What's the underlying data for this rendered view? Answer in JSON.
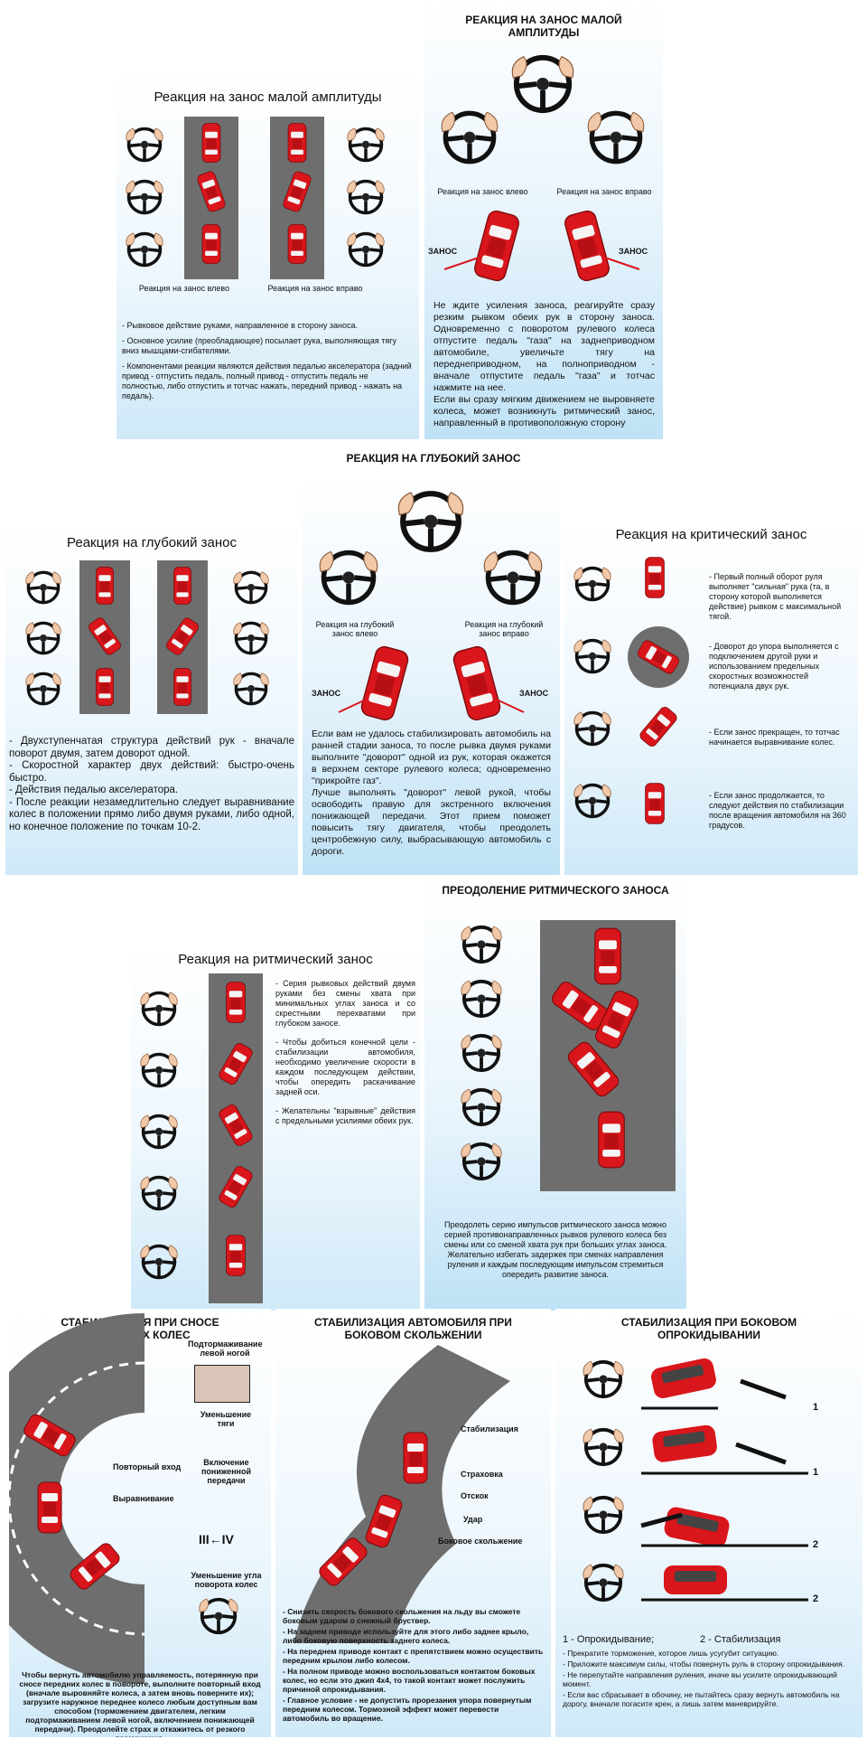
{
  "colors": {
    "car": "#d8161b",
    "road": "#6e6e6e",
    "arrow": "#d8161b",
    "panel_bottom": "#cfe9f8"
  },
  "icons": [
    "steering-wheel-icon",
    "car-icon",
    "arrow-icon",
    "hand-icon"
  ],
  "p1": {
    "title": "Реакция на занос малой амплитуды",
    "label_left": "Реакция на занос влево",
    "label_right": "Реакция на занос вправо",
    "text": [
      "- Рывковое действие руками, направленное в сторону заноса.",
      "- Основное усилие (преобладающее) посылает рука, выполняющая тягу вниз мышцами-сгибателями.",
      "- Компонентами реакции являются действия педалью акселератора (задний привод - отпустить педаль, полный привод - отпустить педаль не полностью, либо отпустить и тотчас нажать, передний привод - нажать на педаль)."
    ]
  },
  "p2": {
    "title": "РЕАКЦИЯ НА ЗАНОС МАЛОЙ АМПЛИТУДЫ",
    "label_left": "Реакция на занос влево",
    "label_right": "Реакция на занос вправо",
    "zanos": "ЗАНОС",
    "text": "Не ждите усиления заноса, реагируйте сразу резким рывком обеих рук в сторону заноса. Одновременно с поворотом рулевого колеса отпустите педаль \"газа\" на заднеприводном автомобиле, увеличьте тягу на переднеприводном, на полноприводном - вначале отпустите педаль \"газа\" и тотчас нажмите на нее.\nЕсли вы сразу мягким движением не выровняете колеса, может возникнуть ритмический занос, направленный в противоположную сторону"
  },
  "heading_deep": "РЕАКЦИЯ НА ГЛУБОКИЙ ЗАНОС",
  "p3": {
    "title": "Реакция на глубокий занос",
    "text": [
      "- Двухступенчатая структура действий рук - вначале поворот двумя, затем доворот одной.",
      "- Скоростной характер двух действий: быстро-очень быстро.",
      "- Действия педалью акселератора.",
      "- После реакции незамедлительно следует выравнивание колес в положении прямо либо двумя руками, либо одной, но конечное положение по точкам 10-2."
    ]
  },
  "p4": {
    "label_left": "Реакция на глубокий занос влево",
    "label_right": "Реакция на глубокий занос вправо",
    "zanos": "ЗАНОС",
    "text": "Если вам не удалось стабилизировать автомобиль на ранней стадии заноса, то после рывка двумя руками выполните \"доворот\" одной из рук, которая окажется в верхнем секторе рулевого колеса; одновременно \"прикройте газ\".\nЛучше выполнять \"доворот\" левой рукой, чтобы освободить правую для экстренного включения понижающей передачи. Этот прием поможет повысить тягу двигателя, чтобы преодолеть центробежную силу, выбрасывающую автомобиль с дороги."
  },
  "p5": {
    "title": "Реакция на критический занос",
    "text": [
      "- Первый полный оборот руля выполняет \"сильная\" рука (та, в сторону которой выполняется действие) рывком с максимальной тягой.",
      "- Доворот до упора выполняется с подключением другой руки и использованием предельных скоростных возможностей потенциала двух рук.",
      "- Если занос прекращен, то тотчас начинается выравнивание колес.",
      "- Если занос продолжается, то следуют действия по стабилизации после вращения автомобиля на 360 градусов."
    ]
  },
  "p6": {
    "title": "Реакция на ритмический занос",
    "text": [
      "- Серия рывковых действий двумя руками без смены хвата при минимальных углах заноса и со скрестными перехватами при глубоком заносе.",
      "- Чтобы добиться конечной цели - стабилизации автомобиля, необходимо увеличение скорости в каждом последующем действии, чтобы опередить раскачивание задней оси.",
      "- Желательны \"взрывные\" действия с предельными усилиями обеих рук."
    ]
  },
  "p7": {
    "title": "ПРЕОДОЛЕНИЕ РИТМИЧЕСКОГО ЗАНОСА",
    "text": "Преодолеть серию импульсов ритмического заноса можно серией противонаправленных рывков рулевого колеса без смены или со сменой хвата рук при больших углах заноса. Желательно избегать задержек при сменах направления руления и каждым последующим импульсом стремиться опередить развитие заноса."
  },
  "p8": {
    "title": "СТАБИЛИЗАЦИЯ ПРИ СНОСЕ ПЕРЕДНИХ КОЛЕС",
    "labels": {
      "brake": "Подтормаживание левой ногой",
      "thrust": "Уменьшение тяги",
      "gear": "Включение пониженной передачи",
      "repeat": "Повторный вход",
      "align": "Выравнивание",
      "gear_sym": "III←IV",
      "angle": "Уменьшение угла поворота колес"
    },
    "text": "Чтобы вернуть автомобилю управляемость, потерянную при сносе передних колес в повороте, выполните повторный вход (вначале выровняйте колеса, а затем вновь поверните их); загрузите наружное переднее колесо любым доступным вам способом (торможением двигателем, легким подтормаживанием левой ногой, включением понижающей передачи). Преодолейте страх и откажитесь от резкого торможения."
  },
  "p9": {
    "title": "СТАБИЛИЗАЦИЯ АВТОМОБИЛЯ ПРИ БОКОВОМ СКОЛЬЖЕНИИ",
    "labels": {
      "stab": "Стабилизация",
      "insure": "Страховка",
      "rebound": "Отскок",
      "hit": "Удар",
      "slide": "Боковое скольжение"
    },
    "text": [
      "- Снизить скорость бокового скольжения на льду вы сможете боковым ударом о снежный бруствер.",
      "- На заднем приводе используйте для этого либо заднее крыло, либо боковую поверхность заднего колеса.",
      "- На переднем приводе контакт с препятствием можно осуществить передним крылом либо колесом.",
      "- На полном приводе можно воспользоваться контактом боковых колес, но если это джип 4х4, то такой контакт может послужить причиной опрокидывания.",
      "- Главное условие - не допустить прорезания упора повернутым передним колесом. Тормозной эффект может перевести автомобиль во вращение."
    ]
  },
  "p10": {
    "title": "СТАБИЛИЗАЦИЯ ПРИ БОКОВОМ ОПРОКИДЫВАНИИ",
    "nums": [
      "1",
      "1",
      "2",
      "2"
    ],
    "legend1": "1 - Опрокидывание;",
    "legend2": "2 - Стабилизация",
    "text": [
      "- Прекратите торможение, которое лишь усугубит ситуацию.",
      "- Приложите максимум силы, чтобы повернуть руль в сторону опрокидывания.",
      "- Не перепутайте направления руления, иначе вы усилите опрокидывающий момент.",
      "- Если вас сбрасывает в обочину, не пытайтесь сразу вернуть автомобиль на дорогу, вначале погасите крен, а лишь затем маневрируйте."
    ]
  }
}
